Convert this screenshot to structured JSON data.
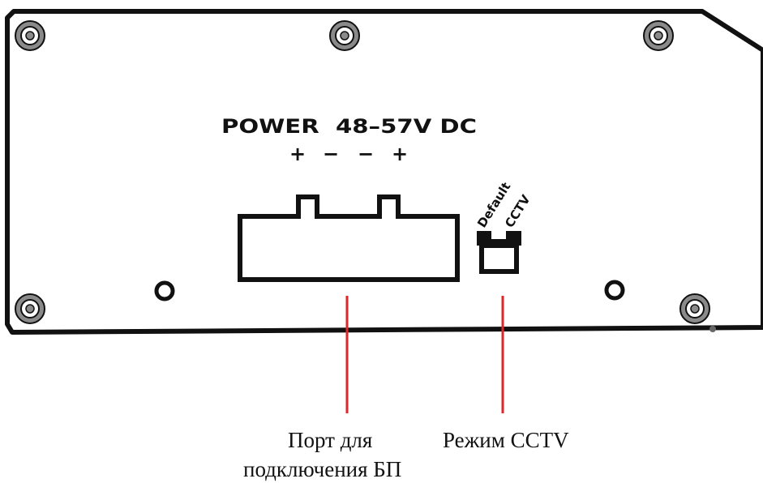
{
  "panel": {
    "power_label": "POWER  48–57V DC",
    "polarity": [
      "+",
      "−",
      "−",
      "+"
    ]
  },
  "switch": {
    "default_label": "Default",
    "cctv_label": "CCTV"
  },
  "callouts": {
    "power_port_line1": "Порт для",
    "power_port_line2": "подключения БП",
    "cctv_mode": "Режим CCTV"
  },
  "colors": {
    "outline": "#111111",
    "screw": "#8a8a8a",
    "callout_line": "#e0262a"
  }
}
